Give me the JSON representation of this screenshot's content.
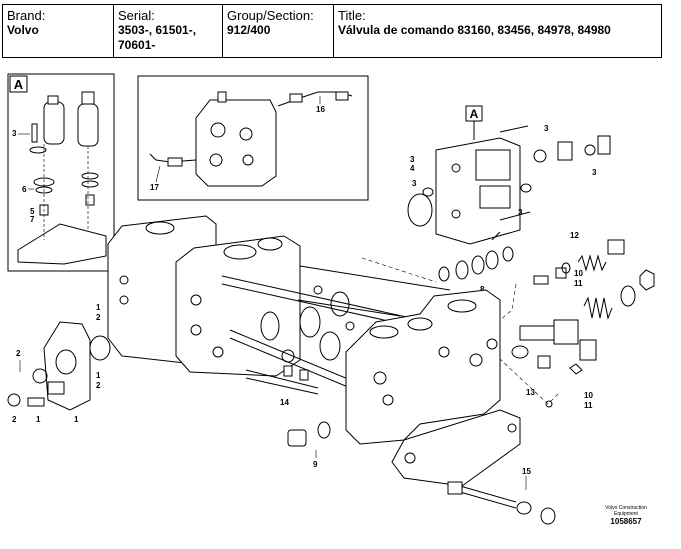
{
  "header": {
    "brand_label": "Brand:",
    "brand_value": "Volvo",
    "serial_label": "Serial:",
    "serial_line1": "3503-, 61501-,",
    "serial_line2": "70601-",
    "group_label": "Group/Section:",
    "group_value": "912/400",
    "title_label": "Title:",
    "title_value": "Válvula de comando 83160, 83456, 84978, 84980"
  },
  "detail_a": {
    "label": "A"
  },
  "main_a": {
    "label": "A"
  },
  "callouts": {
    "c3a": "3",
    "c6": "6",
    "c5": "5",
    "c7": "7",
    "c16": "16",
    "c17": "17",
    "c3b": "3",
    "c4": "4",
    "c3c": "3",
    "c3d": "3",
    "c3e": "3",
    "c3f": "3",
    "c8": "8",
    "c12": "12",
    "c10a": "10",
    "c11a": "11",
    "c13": "13",
    "c10b": "10",
    "c11b": "11",
    "c1a": "1",
    "c2a": "2",
    "c1b": "1",
    "c2b": "2",
    "c2c": "2",
    "c2d": "2",
    "c1c": "1",
    "c1d": "1",
    "c14": "14",
    "c9": "9",
    "c15": "15"
  },
  "footer": {
    "line1": "Volvo Construction",
    "line2": "Equipment",
    "code": "1058657"
  }
}
